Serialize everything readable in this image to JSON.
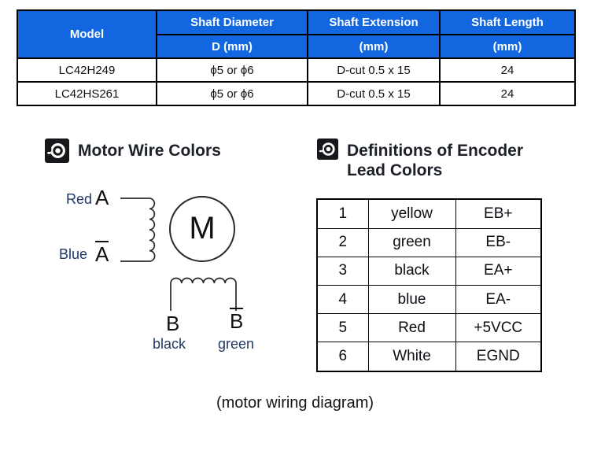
{
  "colors": {
    "header_blue": "#1267e0",
    "header_text": "#ffffff",
    "table_border": "#000000",
    "wire_label_navy": "#1f3864",
    "heading_text": "#1c2028"
  },
  "spec_table": {
    "columns": [
      {
        "title": "Model",
        "sub": ""
      },
      {
        "title": "Shaft Diameter",
        "sub": "D (mm)"
      },
      {
        "title": "Shaft Extension",
        "sub": "(mm)"
      },
      {
        "title": "Shaft Length",
        "sub": "(mm)"
      }
    ],
    "rows": [
      [
        "LC42H249",
        "ϕ5 or ϕ6",
        "D-cut 0.5 x 15",
        "24"
      ],
      [
        "LC42HS261",
        "ϕ5 or ϕ6",
        "D-cut 0.5 x 15",
        "24"
      ]
    ]
  },
  "sections": {
    "motor_wire": {
      "title": "Motor Wire Colors",
      "icon": "bullseye-icon"
    },
    "encoder": {
      "title_line1": "Definitions of Encoder",
      "title_line2": "Lead Colors",
      "icon": "bullseye-icon"
    }
  },
  "diagram": {
    "labels": {
      "phase_a_top_color": "Red",
      "phase_a_top": "A",
      "phase_a_bottom_color": "Blue",
      "phase_a_bottom": "A",
      "motor": "M",
      "phase_b_left": "B",
      "phase_b_right": "B",
      "phase_b_left_color": "black",
      "phase_b_right_color": "green"
    },
    "caption": "(motor wiring diagram)"
  },
  "encoder_table": {
    "rows": [
      {
        "pin": "1",
        "color": "yellow",
        "signal": "EB+"
      },
      {
        "pin": "2",
        "color": "green",
        "signal": "EB-"
      },
      {
        "pin": "3",
        "color": "black",
        "signal": "EA+"
      },
      {
        "pin": "4",
        "color": "blue",
        "signal": "EA-"
      },
      {
        "pin": "5",
        "color": "Red",
        "signal": "+5VCC"
      },
      {
        "pin": "6",
        "color": "White",
        "signal": "EGND"
      }
    ]
  }
}
